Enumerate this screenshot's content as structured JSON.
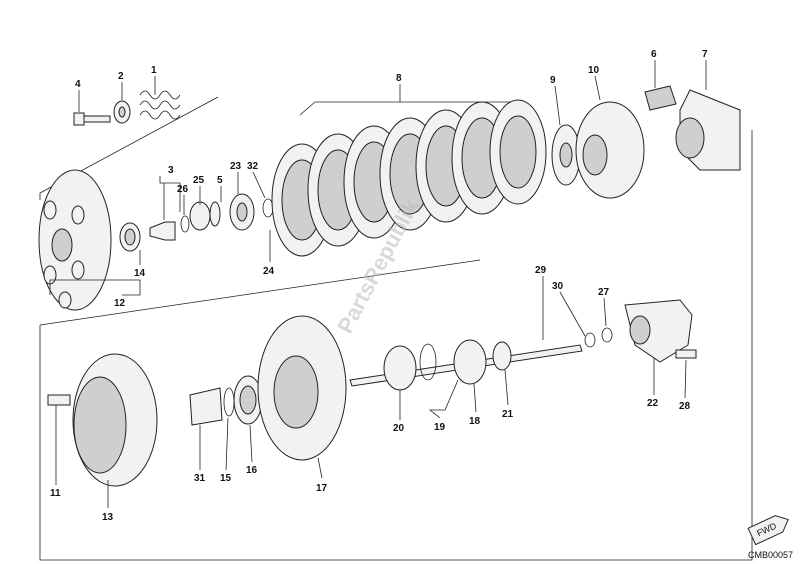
{
  "labels": {
    "l1": "1",
    "l2": "2",
    "l3": "3",
    "l4": "4",
    "l5": "5",
    "l6": "6",
    "l7": "7",
    "l8": "8",
    "l9": "9",
    "l10": "10",
    "l11": "11",
    "l12": "12",
    "l13": "13",
    "l14": "14",
    "l15": "15",
    "l16": "16",
    "l17": "17",
    "l18": "18",
    "l19": "19",
    "l20": "20",
    "l21": "21",
    "l22": "22",
    "l23": "23",
    "l24": "24",
    "l25": "25",
    "l26": "26",
    "l27": "27",
    "l28": "28",
    "l29": "29",
    "l30": "30",
    "l31": "31",
    "l32": "32"
  },
  "fwd_label": "FWD",
  "drawing_code": "CMB00057",
  "watermark": "PartsRepublik"
}
